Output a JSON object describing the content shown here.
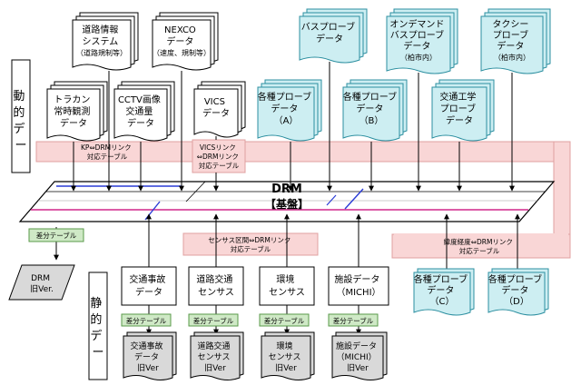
{
  "section_labels": {
    "dynamic": "動的データ",
    "static": "静的データ"
  },
  "drm": {
    "title": "DRM",
    "subtitle": "【基盤】"
  },
  "dynamic_sources_top": [
    {
      "line1": "道路情報",
      "line2": "システム",
      "line3": "（道路規制等）"
    },
    {
      "line1": "NEXCO",
      "line2": "データ",
      "line3": "（速度、規制等）"
    }
  ],
  "probe_sources_top": [
    {
      "line1": "バスプローブ",
      "line2": "データ",
      "line3": "",
      "line4": ""
    },
    {
      "line1": "オンデマンド",
      "line2": "バスプローブ",
      "line3": "データ",
      "line4": "（柏市内）"
    },
    {
      "line1": "タクシー",
      "line2": "プローブ",
      "line3": "データ",
      "line4": "（柏市内）"
    }
  ],
  "dynamic_docs": [
    {
      "line1": "トラカン",
      "line2": "常時観測",
      "line3": "データ"
    },
    {
      "line1": "CCTV画像",
      "line2": "交通量",
      "line3": "データ"
    },
    {
      "line1": "VICS",
      "line2": "データ",
      "line3": ""
    }
  ],
  "probe_mid": [
    {
      "line1": "各種プローブ",
      "line2": "データ",
      "line3": "（A）"
    },
    {
      "line1": "各種プローブ",
      "line2": "データ",
      "line3": "（B）"
    },
    {
      "line1": "交通工学",
      "line2": "プローブ",
      "line3": "データ"
    }
  ],
  "probe_lower": [
    {
      "line1": "各種プローブ",
      "line2": "データ",
      "line3": "（C）"
    },
    {
      "line1": "各種プローブ",
      "line2": "データ",
      "line3": "（D）"
    }
  ],
  "link_tables": {
    "kp": {
      "line1": "KP⇔DRMリンク",
      "line2": "対応テーブル"
    },
    "vics": {
      "line1": "VICSリンク",
      "line2": "⇔DRMリンク",
      "line3": "対応テーブル"
    },
    "census": {
      "line1": "センサス区間⇔DRMリンク",
      "line2": "対応テーブル"
    },
    "latlon": {
      "line1": "緯度経度⇔DRMリンク",
      "line2": "対応テーブル"
    }
  },
  "diff_table_label": "差分テーブル",
  "drm_old": {
    "line1": "DRM",
    "line2": "旧Ver."
  },
  "static_boxes": [
    {
      "line1": "交通事故",
      "line2": "データ"
    },
    {
      "line1": "道路交通",
      "line2": "センサス"
    },
    {
      "line1": "環境",
      "line2": "センサス"
    },
    {
      "line1": "施設データ",
      "line2": "（MICHI）"
    }
  ],
  "static_old": [
    {
      "line1": "交通事故",
      "line2": "データ",
      "line3": "旧Ver"
    },
    {
      "line1": "道路交通",
      "line2": "センサス",
      "line3": "旧Ver"
    },
    {
      "line1": "環境",
      "line2": "センサス",
      "line3": "旧Ver"
    },
    {
      "line1": "施設データ",
      "line2": "（MICHI）",
      "line3": "旧Ver"
    }
  ],
  "colors": {
    "pink_band": "#f9d6d6",
    "pink_border": "#e0a0a0",
    "probe_fill": "#cdeef2",
    "probe_border": "#2c8fa0",
    "green_fill": "#cfe9c6",
    "green_border": "#5a9a4a",
    "gray_fill": "#d9d9d9",
    "drm_blue": "#2a3bd6",
    "drm_magenta": "#d1268a"
  }
}
